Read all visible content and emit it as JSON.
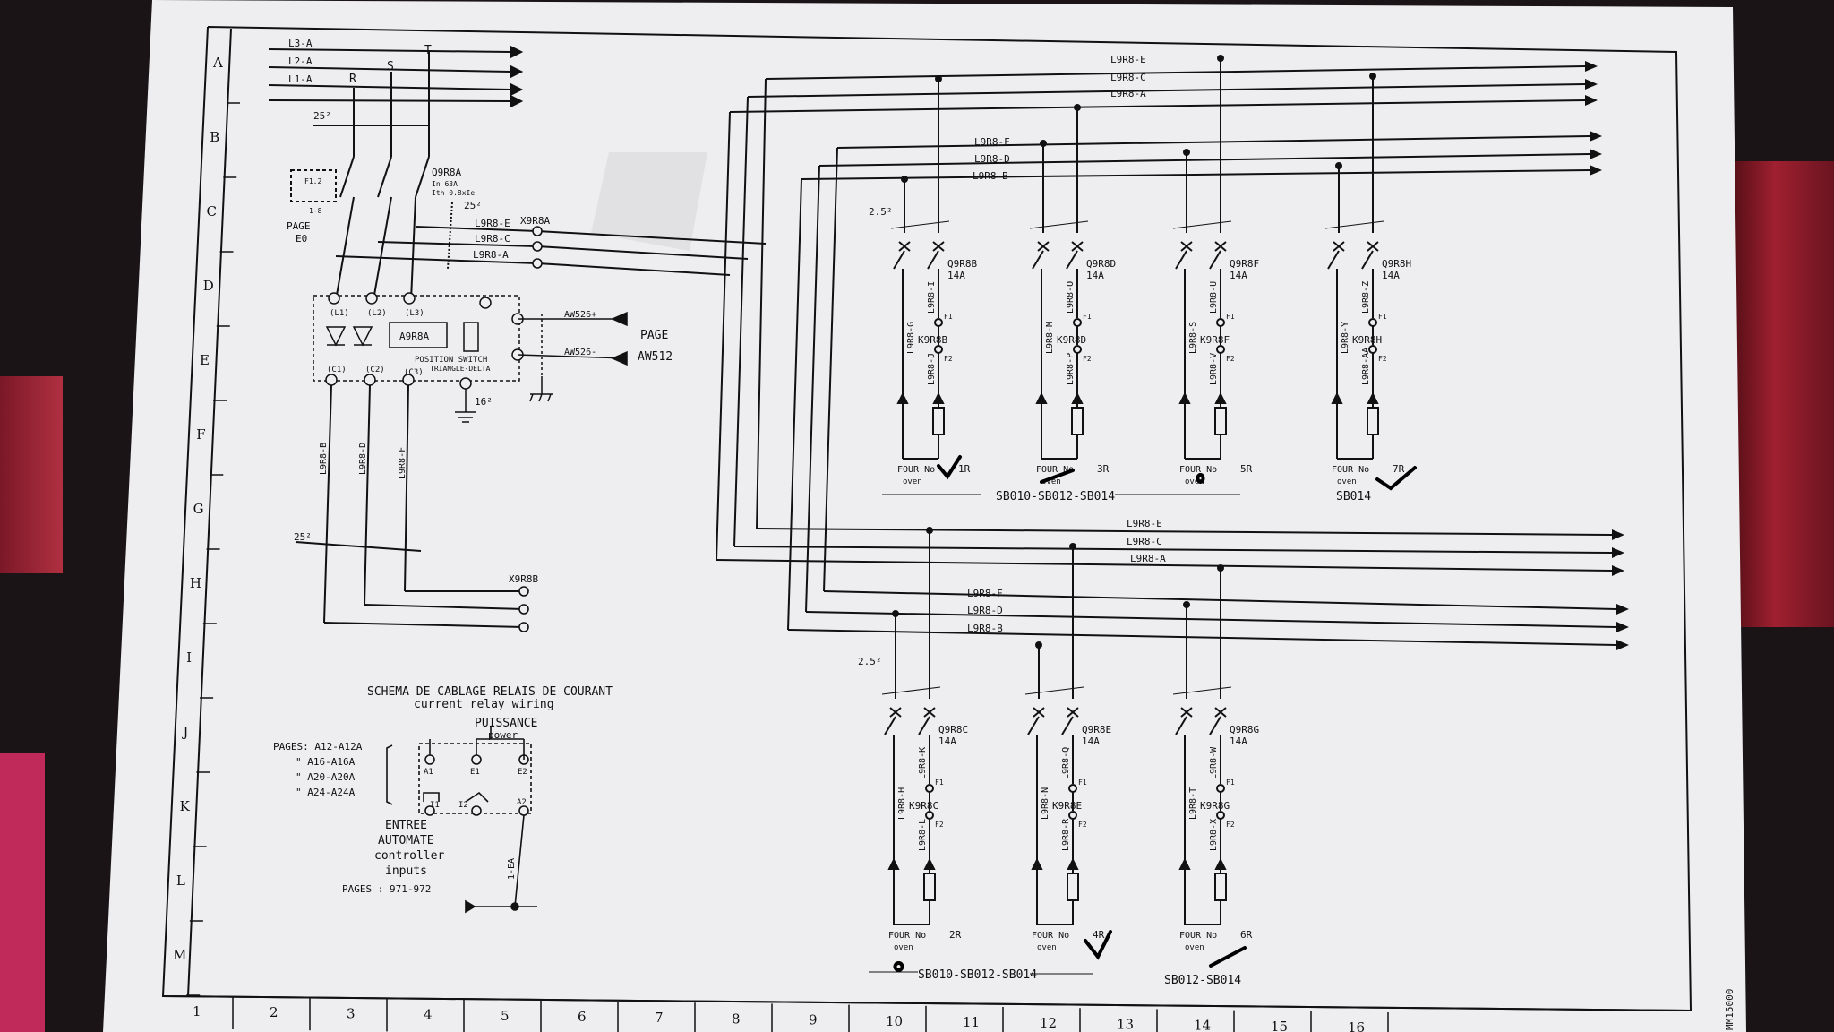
{
  "rows": [
    "A",
    "B",
    "C",
    "D",
    "E",
    "F",
    "G",
    "H",
    "I",
    "J",
    "K",
    "L",
    "M"
  ],
  "cols": [
    "1",
    "2",
    "3",
    "4",
    "5",
    "6",
    "7",
    "8",
    "9",
    "10",
    "11",
    "12",
    "13",
    "14",
    "15",
    "16"
  ],
  "incoming": [
    "L3-A",
    "L2-A",
    "L1-A"
  ],
  "phase_marks": [
    "R",
    "S",
    "T"
  ],
  "main_breaker": {
    "name": "Q9R8A",
    "spec1": "In 63A",
    "spec2": "Ith 0.8xIe",
    "aux": "F1.2",
    "aux2": "1-8"
  },
  "page_ref": {
    "line1": "PAGE",
    "line2": "E0"
  },
  "wire_25": "25²",
  "wire_16": "16²",
  "wire_25_small": "2.5²",
  "top_bus": [
    "L9R8-E",
    "L9R8-C",
    "L9R8-A"
  ],
  "mid_bus": [
    "L9R8-F",
    "L9R8-D",
    "L9R8-B"
  ],
  "terminal_top": "X9R8A",
  "terminal_bot": "X9R8B",
  "relay_block": {
    "terms_top": [
      "(L1)",
      "(L2)",
      "(L3)"
    ],
    "terms_bot": [
      "(C1)",
      "(C2)",
      "(C3)"
    ],
    "name": "A9R8A",
    "switch1": "POSITION  SWITCH",
    "switch2": "TRIANGLE-DELTA",
    "out1": "AW526+",
    "out2": "AW526-",
    "page": "PAGE",
    "page_no": "AW512"
  },
  "lower_left_wires": [
    "L9R8-B",
    "L9R8-D",
    "L9R8-F"
  ],
  "ovens": [
    {
      "breaker": "Q9R8B",
      "rating": "14A",
      "contactor": "K9R8B",
      "wa": "L9R8-G",
      "wb": "L9R8-I",
      "wc": "L9R8-J",
      "label": "FOUR No",
      "sub": "oven",
      "num": "1R"
    },
    {
      "breaker": "Q9R8D",
      "rating": "14A",
      "contactor": "K9R8D",
      "wa": "L9R8-M",
      "wb": "L9R8-O",
      "wc": "L9R8-P",
      "label": "FOUR No",
      "sub": "oven",
      "num": "3R"
    },
    {
      "breaker": "Q9R8F",
      "rating": "14A",
      "contactor": "K9R8F",
      "wa": "L9R8-S",
      "wb": "L9R8-U",
      "wc": "L9R8-V",
      "label": "FOUR No",
      "sub": "oven",
      "num": "5R"
    },
    {
      "breaker": "Q9R8H",
      "rating": "14A",
      "contactor": "K9R8H",
      "wa": "L9R8-Y",
      "wb": "L9R8-Z",
      "wc": "L9R8-AA",
      "label": "FOUR No",
      "sub": "oven",
      "num": "7R"
    },
    {
      "breaker": "Q9R8C",
      "rating": "14A",
      "contactor": "K9R8C",
      "wa": "L9R8-H",
      "wb": "L9R8-K",
      "wc": "L9R8-L",
      "label": "FOUR No",
      "sub": "oven",
      "num": "2R"
    },
    {
      "breaker": "Q9R8E",
      "rating": "14A",
      "contactor": "K9R8E",
      "wa": "L9R8-N",
      "wb": "L9R8-Q",
      "wc": "L9R8-R",
      "label": "FOUR No",
      "sub": "oven",
      "num": "4R"
    },
    {
      "breaker": "Q9R8G",
      "rating": "14A",
      "contactor": "K9R8G",
      "wa": "L9R8-T",
      "wb": "L9R8-W",
      "wc": "L9R8-X",
      "label": "FOUR No",
      "sub": "oven",
      "num": "6R"
    }
  ],
  "contact_marks": [
    "F1",
    "F2"
  ],
  "group_labels": [
    "SB010-SB012-SB014",
    "SB014",
    "SB010-SB012-SB014",
    "SB012-SB014"
  ],
  "legend": {
    "title": "SCHEMA DE CABLAGE RELAIS DE COURANT",
    "subtitle": "current relay wiring",
    "power1": "PUISSANCE",
    "power2": "power",
    "pages_label": "PAGES: A12-A12A",
    "pages2": "\"    A16-A16A",
    "pages3": "\"    A20-A20A",
    "pages4": "\"    A24-A24A",
    "t1": "A1",
    "t2": "E1",
    "t3": "E2",
    "t4": "I1",
    "t5": "I2",
    "t6": "A2",
    "entry1": "ENTREE",
    "entry2": "AUTOMATE",
    "entry3": "controller",
    "entry4": "inputs",
    "pages_in": "PAGES :  971-972",
    "wire": "1-EA"
  },
  "doc_id": "MM15000"
}
